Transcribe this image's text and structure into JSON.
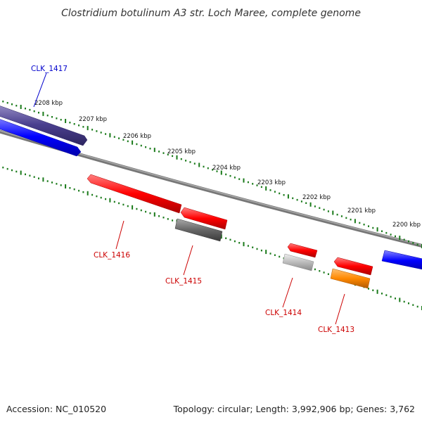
{
  "title": "Clostridium botulinum A3 str. Loch Maree, complete genome",
  "footer": {
    "accession": "Accession: NC_010520",
    "topology": "Topology: circular; Length: 3,992,906 bp; Genes: 3,762"
  },
  "kbp_labels": [
    "2208 kbp",
    "2207 kbp",
    "2206 kbp",
    "2205 kbp",
    "2204 kbp",
    "2203 kbp",
    "2202 kbp",
    "2201 kbp",
    "2200 kbp"
  ],
  "gene_labels": [
    {
      "text": "CLK_1417",
      "color": "#0000cc"
    },
    {
      "text": "CLK_1416",
      "color": "#cc0000"
    },
    {
      "text": "CLK_1415",
      "color": "#cc0000"
    },
    {
      "text": "CLK_1414",
      "color": "#cc0000"
    },
    {
      "text": "CLK_1413",
      "color": "#cc0000"
    }
  ],
  "colors": {
    "backbone": "#888888",
    "tick": "#1a7a1a",
    "forward_cds": "#0000ff",
    "forward_gene": "#4a3f8f",
    "reverse_cds": "#ff0000",
    "reverse_gene_dark": "#666666",
    "reverse_gene_light": "#bbbbbb",
    "reverse_orange": "#ff8800"
  }
}
